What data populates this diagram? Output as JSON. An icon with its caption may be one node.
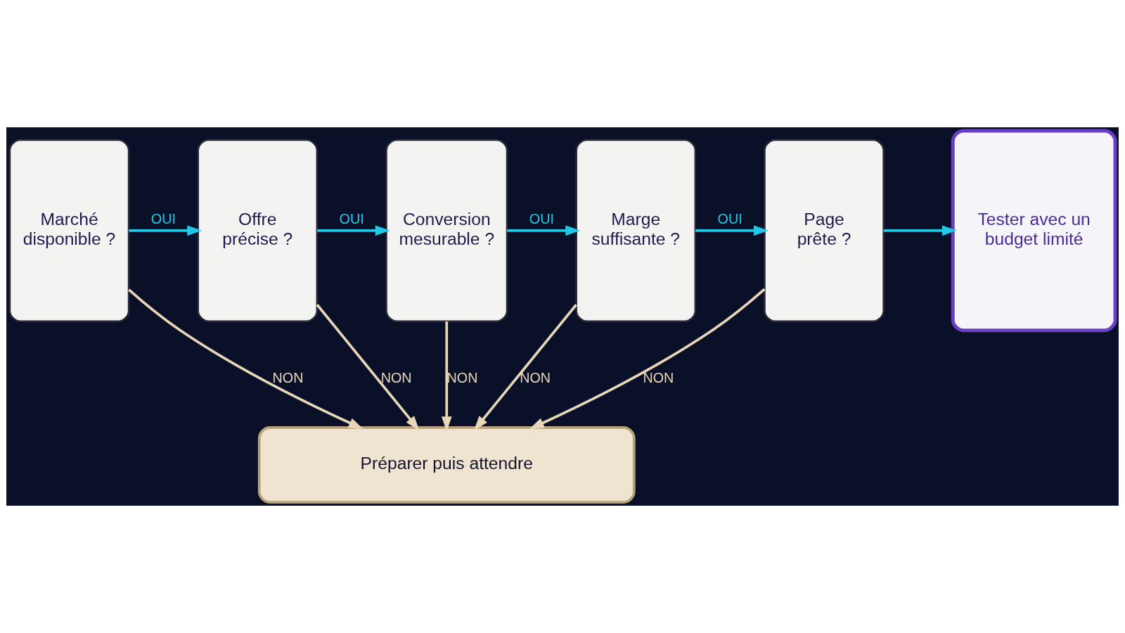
{
  "diagram": {
    "nodes": [
      {
        "text": [
          "Marché disponible ?"
        ]
      },
      {
        "text": [
          "Offre précise ?"
        ]
      },
      {
        "text": [
          "Conversion mesurable ?"
        ]
      },
      {
        "text": [
          "Marge suffisante ?"
        ]
      },
      {
        "text": [
          "Page prête ?"
        ]
      },
      {
        "text": [
          "Tester avec un budget limité"
        ]
      },
      {
        "text": [
          "Préparer puis attendre"
        ]
      }
    ],
    "edges": [
      {
        "from": 0,
        "to": 1,
        "arrow": "to",
        "label": "OUI"
      },
      {
        "from": 1,
        "to": 2,
        "arrow": "to",
        "label": "OUI"
      },
      {
        "from": 2,
        "to": 3,
        "arrow": "to",
        "label": "OUI"
      },
      {
        "from": 3,
        "to": 4,
        "arrow": "to",
        "label": "OUI"
      },
      {
        "from": 4,
        "to": 5,
        "arrow": "to"
      },
      {
        "from": 0,
        "to": 6,
        "arrow": "to",
        "label": "NON",
        "color": "#e8d6b8"
      },
      {
        "from": 1,
        "to": 6,
        "arrow": "to",
        "label": "NON",
        "color": "#e8d6b8"
      },
      {
        "from": 2,
        "to": 6,
        "arrow": "to",
        "label": "NON",
        "color": "#e8d6b8"
      },
      {
        "from": 3,
        "to": 6,
        "arrow": "to",
        "label": "NON",
        "color": "#e8d6b8"
      },
      {
        "from": 4,
        "to": 6,
        "arrow": "to",
        "label": "NON",
        "color": "#e8d6b8"
      }
    ]
  }
}
